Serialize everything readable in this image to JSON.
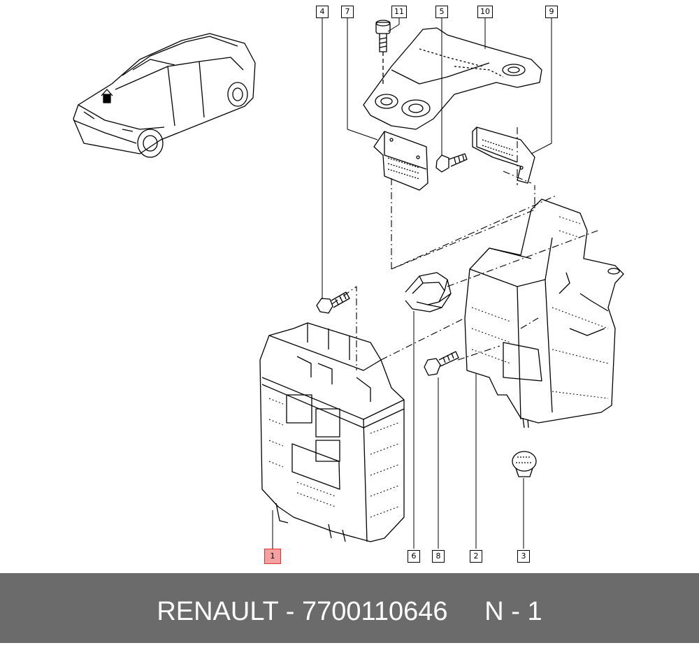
{
  "callouts": {
    "c4": "4",
    "c7": "7",
    "c11": "11",
    "c5": "5",
    "c10": "10",
    "c9": "9",
    "c1": "1",
    "c6": "6",
    "c8": "8",
    "c2": "2",
    "c3": "3"
  },
  "footer": {
    "brand": "RENAULT",
    "separator": " - ",
    "part_number": "7700110646",
    "gap": "     ",
    "position": "N - 1"
  },
  "colors": {
    "footer_bg": "#6b6b6b",
    "highlight": "#f4a1a1",
    "line": "#000000"
  }
}
